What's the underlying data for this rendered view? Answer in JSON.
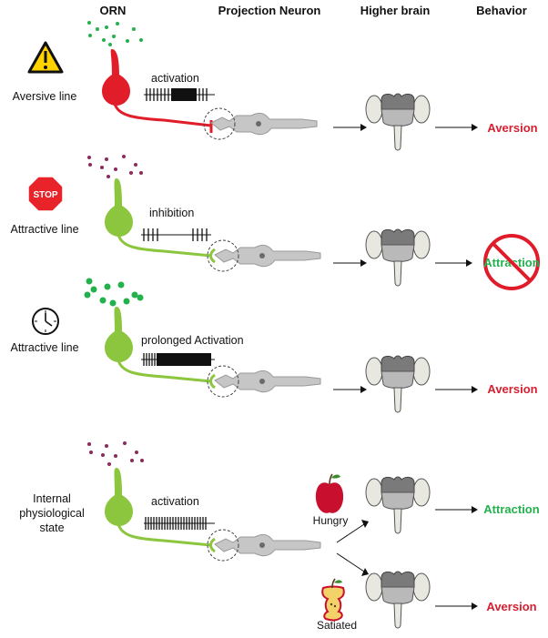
{
  "headers": {
    "orn": "ORN",
    "projection_neuron": "Projection Neuron",
    "higher_brain": "Higher brain",
    "behavior": "Behavior"
  },
  "colors": {
    "aversive_red": "#e11d2a",
    "attractive_green": "#8cc63f",
    "bright_green": "#22b14c",
    "odor_dot_green": "#22b14c",
    "odor_dot_purple": "#8b2a5b",
    "neuron_gray": "#c8c8c8",
    "brain_gray": "#8a8a8a"
  },
  "rows": [
    {
      "id": "aversive",
      "icon": "warning-icon",
      "label": "Aversive line",
      "spike_label": "activation",
      "behavior": "Aversion",
      "behavior_color": "#d42030",
      "crossed": false
    },
    {
      "id": "attractive-inhibition",
      "icon": "stop-sign-icon",
      "icon_text": "STOP",
      "label": "Attractive line",
      "spike_label": "inhibition",
      "behavior": "Attraction",
      "behavior_color": "#22b14c",
      "crossed": true
    },
    {
      "id": "attractive-prolonged",
      "icon": "clock-icon",
      "label": "Attractive line",
      "spike_label": "prolonged Activation",
      "behavior": "Aversion",
      "behavior_color": "#d42030",
      "crossed": false
    },
    {
      "id": "internal-state",
      "icon": "none",
      "label_lines": [
        "Internal",
        "physiological",
        "state"
      ],
      "spike_label": "activation",
      "states": [
        {
          "name": "Hungry",
          "icon": "apple-icon",
          "behavior": "Attraction",
          "behavior_color": "#22b14c"
        },
        {
          "name": "Satiated",
          "icon": "apple-core-icon",
          "behavior": "Aversion",
          "behavior_color": "#d42030"
        }
      ]
    }
  ]
}
